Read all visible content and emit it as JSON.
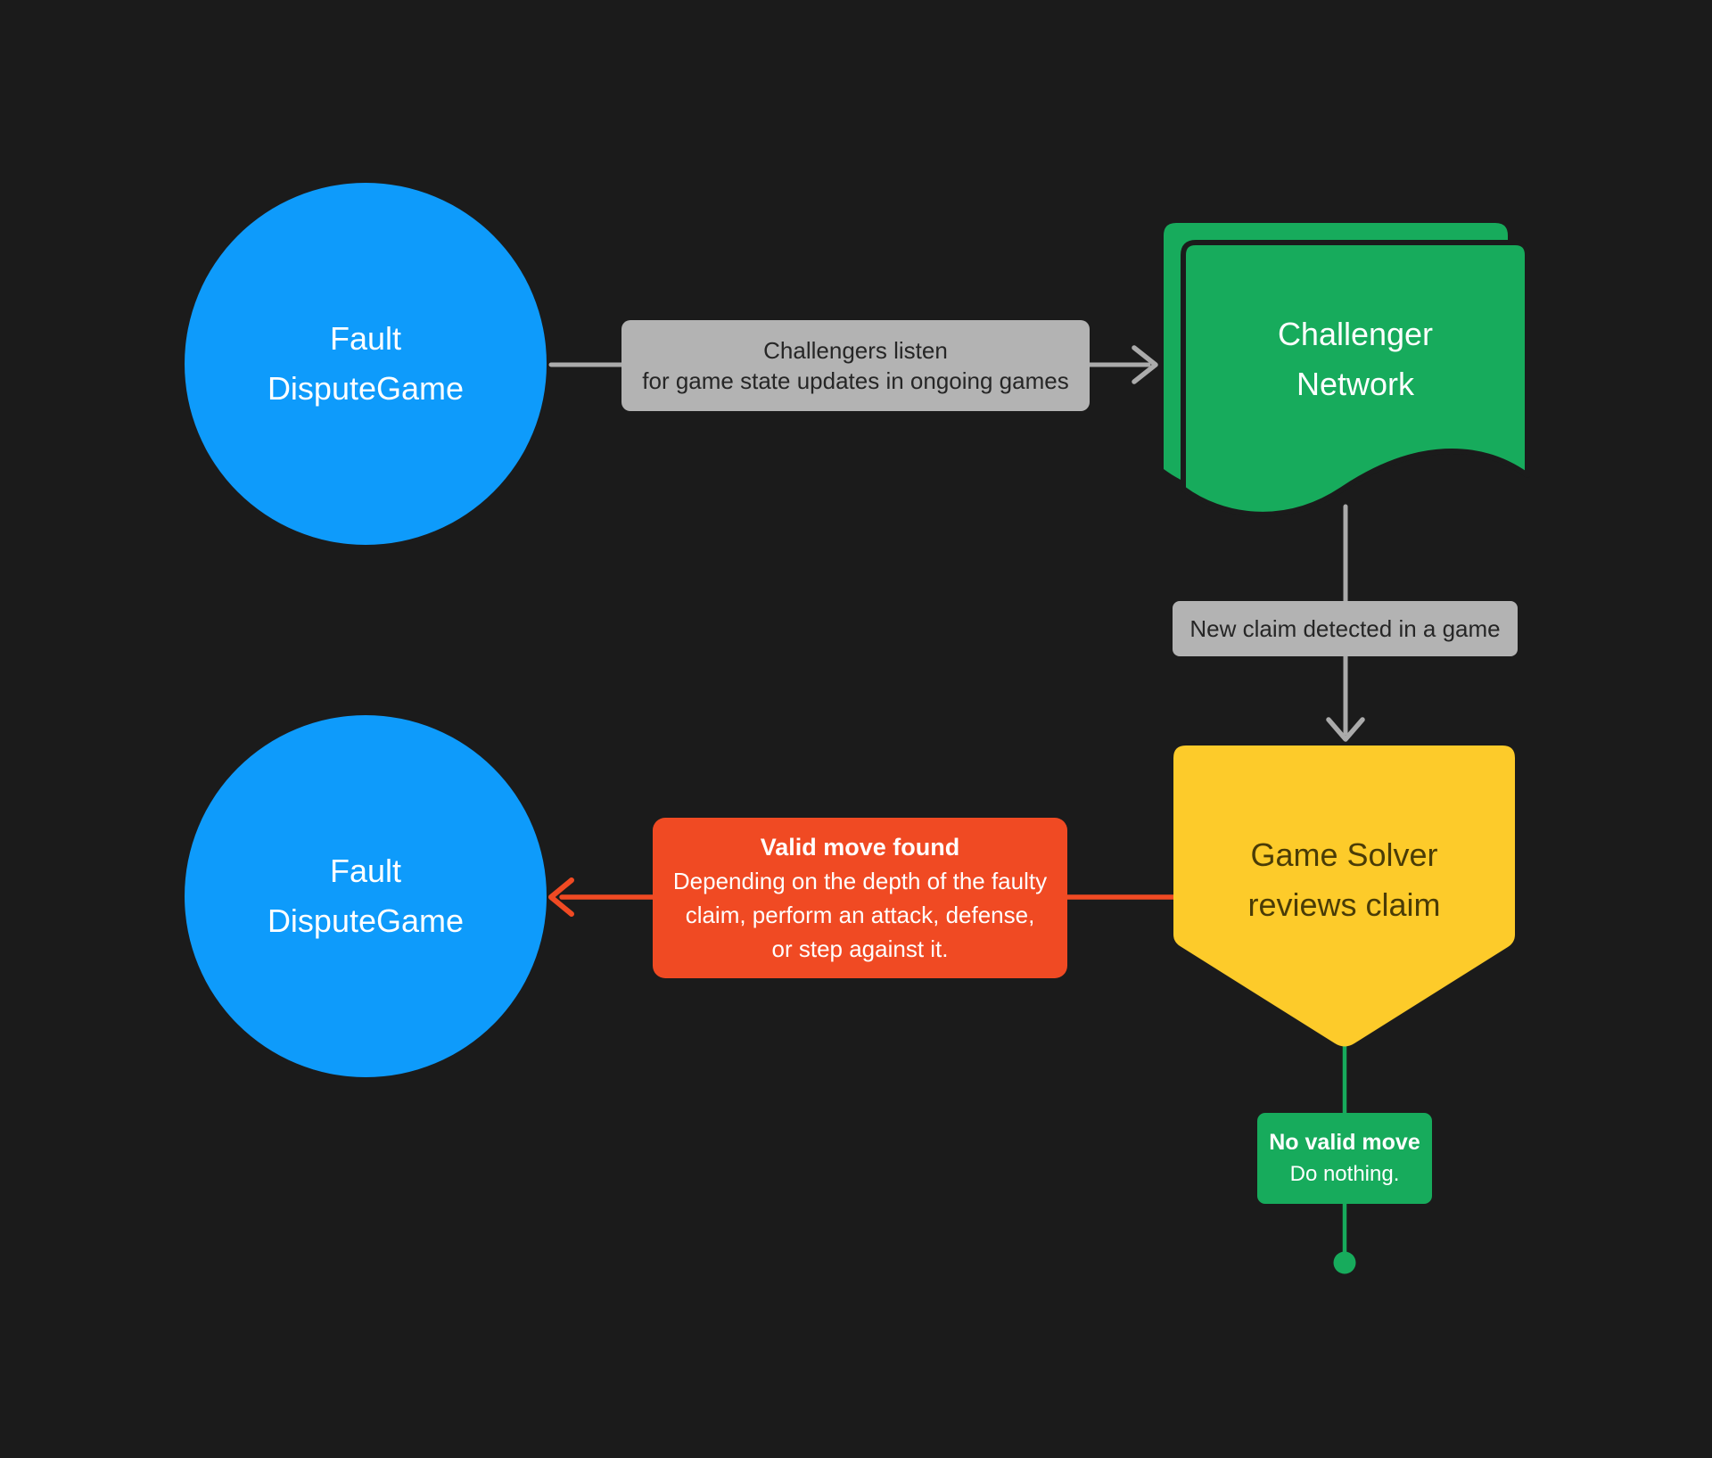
{
  "canvas": {
    "type": "flowchart",
    "background_color": "#1B1B1B"
  },
  "colors": {
    "node_blue": "#0E9BFB",
    "node_green": "#17AB5C",
    "node_yellow": "#FDCB2A",
    "callout_red": "#F04A23",
    "label_gray": "#B3B3B3",
    "connector_gray": "#ABABAB",
    "text_light": "#FFFFFF",
    "text_dark": "#262626"
  },
  "nodes": {
    "fault_dispute_game_top": {
      "line1": "Fault",
      "line2": "DisputeGame"
    },
    "challenger_network": {
      "line1": "Challenger",
      "line2": "Network"
    },
    "game_solver": {
      "line1": "Game Solver",
      "line2": "reviews claim"
    },
    "fault_dispute_game_bottom": {
      "line1": "Fault",
      "line2": "DisputeGame"
    }
  },
  "edge_labels": {
    "challengers_listen": {
      "line1": "Challengers listen",
      "line2": "for game state updates in ongoing games"
    },
    "new_claim": {
      "text": "New claim detected in a game"
    },
    "valid_move": {
      "title": "Valid move found",
      "line1": "Depending on the depth of the faulty",
      "line2": "claim, perform an attack, defense,",
      "line3": "or step against it."
    },
    "no_valid_move": {
      "title": "No valid move",
      "body": "Do nothing."
    }
  }
}
